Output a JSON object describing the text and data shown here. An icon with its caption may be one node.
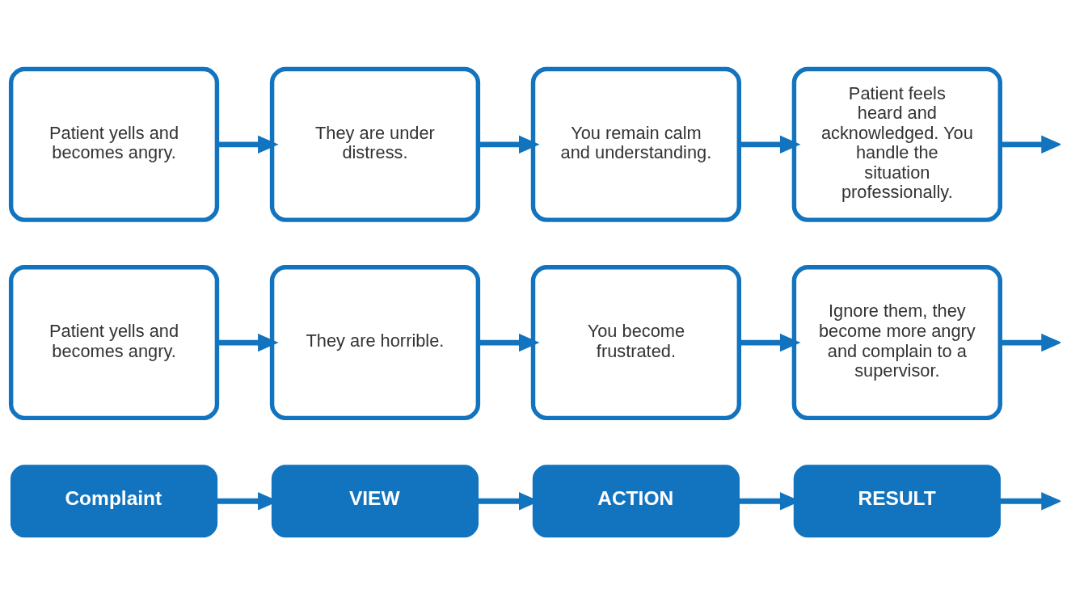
{
  "diagram": {
    "nodes": [
      {
        "text": [
          "Complaint"
        ]
      },
      {
        "text": [
          "VIEW"
        ]
      },
      {
        "text": [
          "ACTION"
        ]
      },
      {
        "text": [
          "RESULT"
        ]
      },
      {
        "text": [
          "Patient yells and becomes angry."
        ]
      },
      {
        "text": [
          "They are horrible."
        ]
      },
      {
        "text": [
          "You become frustrated."
        ]
      },
      {
        "text": [
          "Ignore them, they become more angry and complain to a supervisor."
        ]
      },
      {
        "text": [
          "Patient yells and becomes angry."
        ]
      },
      {
        "text": [
          "They are under distress."
        ]
      },
      {
        "text": [
          "You remain calm and understanding."
        ]
      },
      {
        "text": [
          "Patient feels heard and acknowledged. You handle the situation professionally."
        ]
      }
    ],
    "edges": [
      {
        "from": 0,
        "to": 1,
        "arrow": "to"
      },
      {
        "from": 1,
        "to": 2,
        "arrow": "to"
      },
      {
        "from": 2,
        "to": 3,
        "arrow": "to"
      },
      {
        "from": 3,
        "to": null,
        "arrow": "to"
      },
      {
        "from": 4,
        "to": 5,
        "arrow": "to"
      },
      {
        "from": 5,
        "to": 6,
        "arrow": "to"
      },
      {
        "from": 6,
        "to": 7,
        "arrow": "to"
      },
      {
        "from": 7,
        "to": null,
        "arrow": "to"
      },
      {
        "from": 8,
        "to": 9,
        "arrow": "to"
      },
      {
        "from": 9,
        "to": 10,
        "arrow": "to"
      },
      {
        "from": 10,
        "to": 11,
        "arrow": "to"
      },
      {
        "from": 11,
        "to": null,
        "arrow": "to"
      }
    ]
  }
}
